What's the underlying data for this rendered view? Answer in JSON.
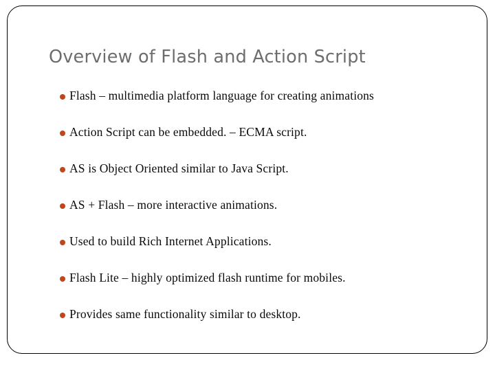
{
  "slide": {
    "title": "Overview of Flash and Action Script",
    "title_color": "#6d6d6d",
    "background_color": "#ffffff",
    "border_color": "#000000",
    "bullet_marker_color": "#c0461e",
    "bullet_text_color": "#0a0a0a",
    "bullets": [
      {
        "text": "Flash – multimedia platform language for creating animations"
      },
      {
        "text": "Action Script can be embedded. – ECMA script."
      },
      {
        "text": "AS is Object Oriented similar to Java Script."
      },
      {
        "text": "AS + Flash – more interactive animations."
      },
      {
        "text": "Used to build Rich Internet Applications."
      },
      {
        "text": "Flash Lite – highly optimized flash runtime for mobiles."
      },
      {
        "text": "Provides same functionality similar to desktop."
      }
    ]
  }
}
